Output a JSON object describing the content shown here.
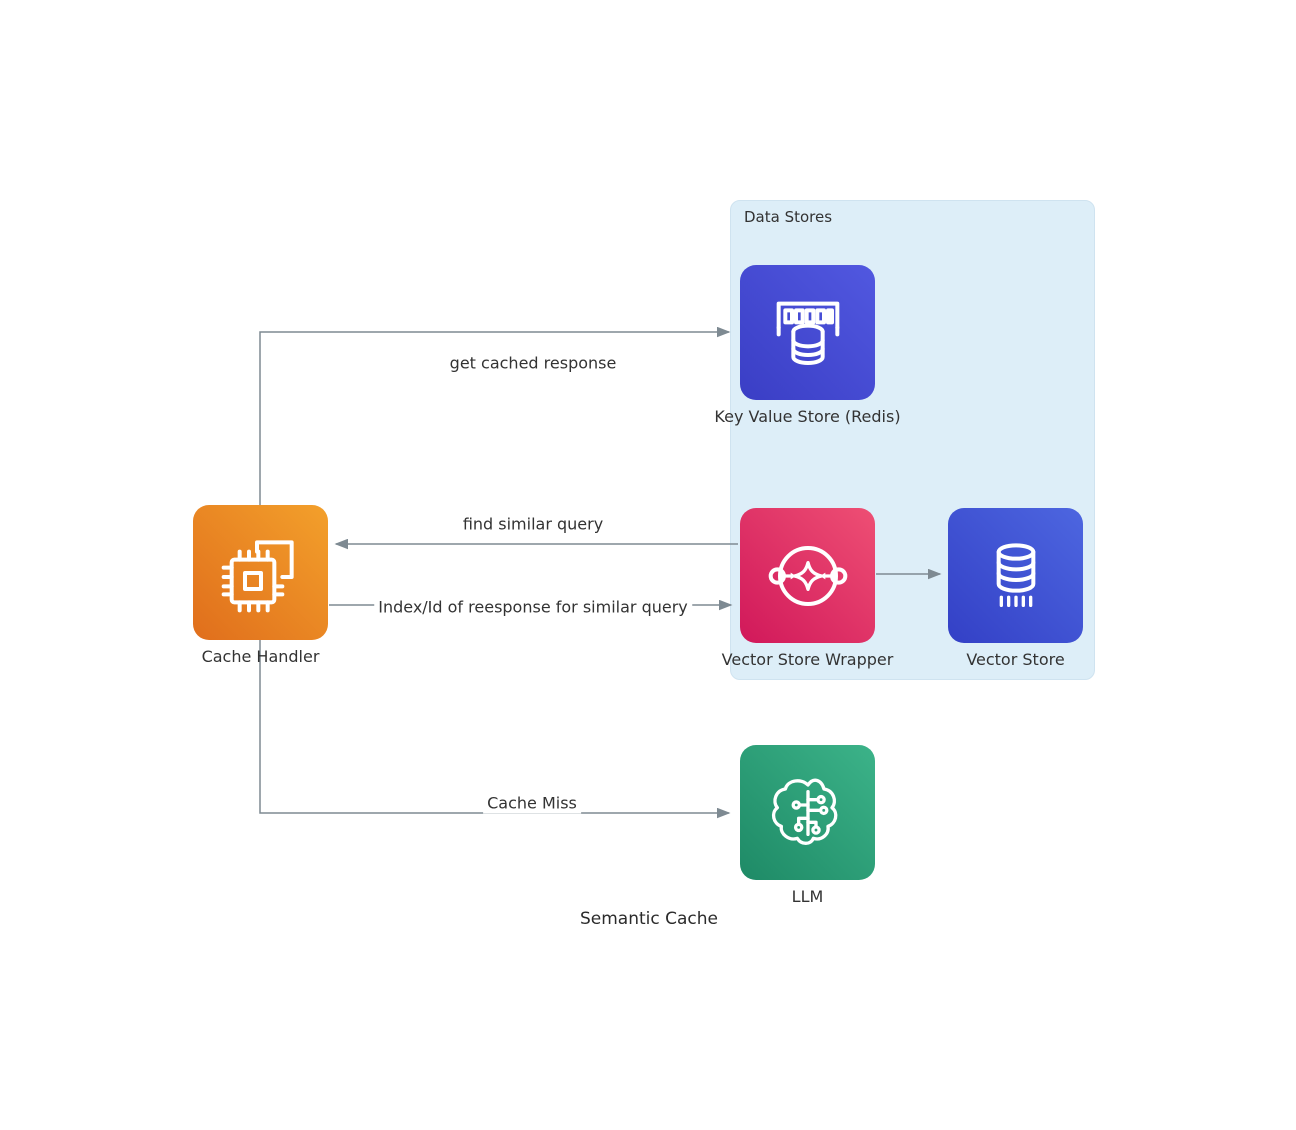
{
  "diagram": {
    "title": "Semantic Cache"
  },
  "data_stores_group": {
    "label": "Data Stores"
  },
  "nodes": {
    "cache_handler": {
      "label": "Cache Handler"
    },
    "key_value_store": {
      "label": "Key Value Store (Redis)"
    },
    "vector_store_wrapper": {
      "label": "Vector Store Wrapper"
    },
    "vector_store": {
      "label": "Vector Store"
    },
    "llm": {
      "label": "LLM"
    }
  },
  "edges": [
    {
      "from": "Cache Handler",
      "to": "Key Value Store (Redis)",
      "label": "get cached response"
    },
    {
      "from": "Vector Store Wrapper",
      "to": "Cache Handler",
      "label": "find similar query"
    },
    {
      "from": "Cache Handler",
      "to": "Vector Store Wrapper",
      "label": "Index/Id of reesponse for similar query"
    },
    {
      "from": "Vector Store Wrapper",
      "to": "Vector Store",
      "label": ""
    },
    {
      "from": "Cache Handler",
      "to": "LLM",
      "label": "Cache Miss"
    }
  ],
  "icons": {
    "cache_handler": "chip-icon",
    "key_value_store": "memory-database-icon",
    "vector_store_wrapper": "gateway-wrapper-icon",
    "vector_store": "database-cylinder-icon",
    "llm": "brain-circuit-icon"
  },
  "colors": {
    "cache_handler": "#E8821E",
    "key_value_store": "#4447CE",
    "vector_store_wrapper": "#DD2360",
    "vector_store": "#3C4FD0",
    "llm": "#2B9E78",
    "group_background": "#DDEEF8",
    "edge": "#7E8A92",
    "text": "#333333"
  }
}
